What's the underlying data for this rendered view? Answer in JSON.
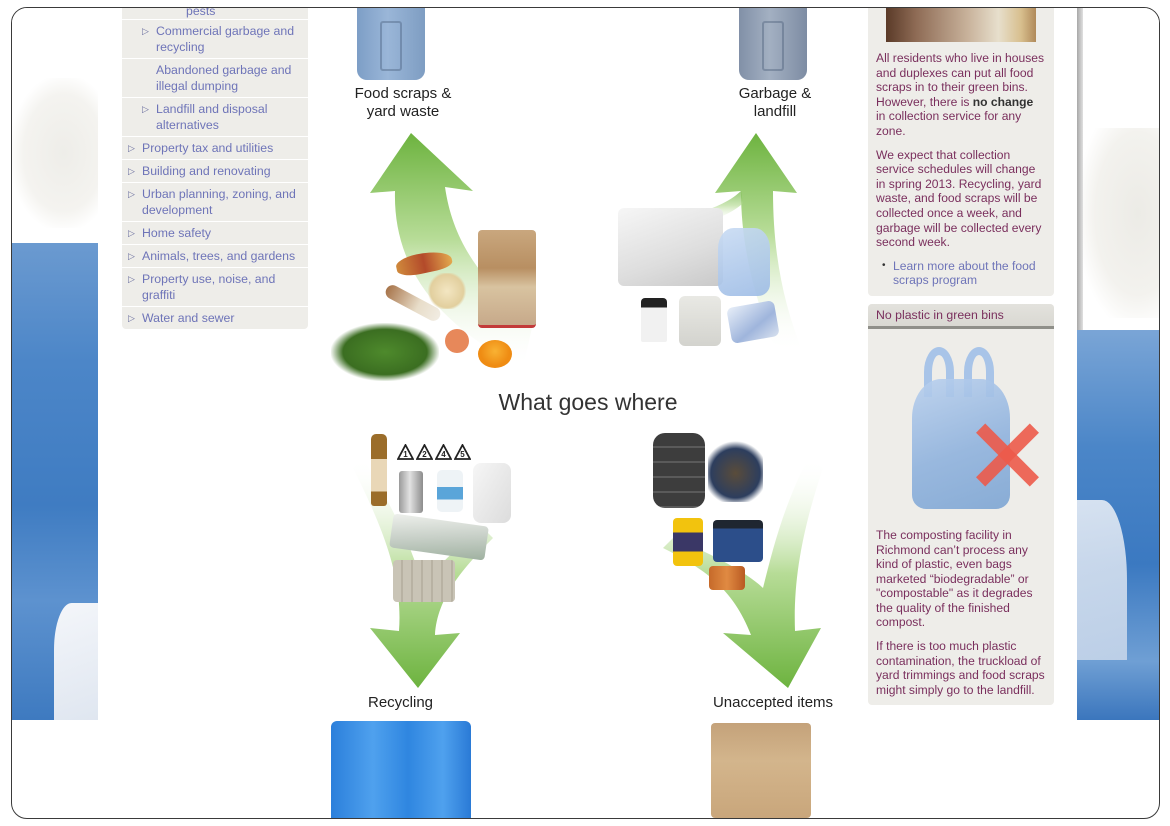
{
  "left_nav": {
    "partial_item": "pests",
    "items": [
      {
        "label": "Commercial garbage and recycling",
        "level": 2,
        "arrow": true
      },
      {
        "label": "Abandoned garbage and illegal dumping",
        "level": 2,
        "arrow": false
      },
      {
        "label": "Landfill and disposal alternatives",
        "level": 2,
        "arrow": true
      },
      {
        "label": "Property tax and utilities",
        "level": 1,
        "arrow": true
      },
      {
        "label": "Building and renovating",
        "level": 1,
        "arrow": true
      },
      {
        "label": "Urban planning, zoning, and development",
        "level": 1,
        "arrow": true
      },
      {
        "label": "Home safety",
        "level": 1,
        "arrow": true
      },
      {
        "label": "Animals, trees, and gardens",
        "level": 1,
        "arrow": true
      },
      {
        "label": "Property use, noise, and graffiti",
        "level": 1,
        "arrow": true
      },
      {
        "label": "Water and sewer",
        "level": 1,
        "arrow": true
      }
    ],
    "arrow_glyph": "▷"
  },
  "diagram": {
    "title": "What goes where",
    "food_label_line1": "Food scraps &",
    "food_label_line2": "yard waste",
    "garbage_label_line1": "Garbage &",
    "garbage_label_line2": "landfill",
    "recycling_label": "Recycling",
    "unaccepted_label": "Unaccepted items",
    "plastic_codes": [
      "1",
      "2",
      "4",
      "5"
    ],
    "colors": {
      "arrow_green": "#6db33f",
      "arrow_fade": "#e6f2dc"
    }
  },
  "right_sidebar": {
    "food_box": {
      "para1_pre": "All residents who live in houses and duplexes can put all food scraps in to their green bins. However, there is ",
      "para1_bold": "no change",
      "para1_post": " in collection service for any zone.",
      "para2": "We expect that collection service schedules will change in spring 2013. Recycling, yard waste, and food scraps will be collected once a week, and garbage will be collected every second week.",
      "link": "Learn more about the food scraps program",
      "bullet": "•"
    },
    "plastic_box": {
      "header": "No plastic in green bins",
      "para1": "The composting facility in Richmond can’t process any kind of plastic, even bags marketed “biodegradable” or \"compostable\" as it degrades the quality of the finished compost.",
      "para2": "If there is too much plastic contamination, the truckload of yard trimmings and food scraps might simply go to the landfill."
    }
  },
  "colors": {
    "nav_link": "#6e74b8",
    "sidebar_text": "#7a2f5d",
    "panel_bg": "#eeede9",
    "background_blue": "#4c86c8"
  }
}
